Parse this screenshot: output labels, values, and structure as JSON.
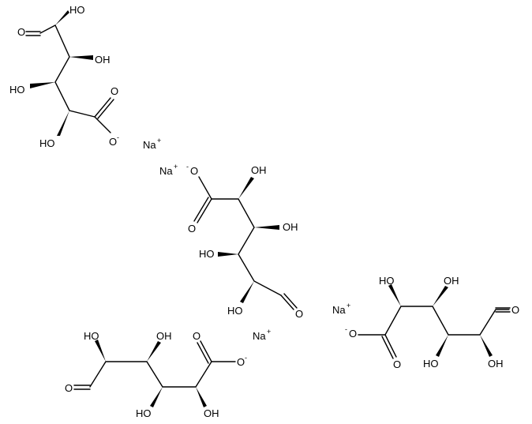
{
  "molecules": [
    {
      "name": "glucuronate-1",
      "labels": {
        "aldehyde_o": "O",
        "oh1": "HO",
        "oh2": "OH",
        "oh3": "HO",
        "oh4": "HO",
        "carboxyl_o": "O",
        "carboxylate_o": "O",
        "charge": "-"
      }
    },
    {
      "name": "glucuronate-2",
      "labels": {
        "carboxylate_o": "O",
        "charge": "-",
        "oh1": "OH",
        "oh2": "OH",
        "oh3": "HO",
        "oh4": "HO",
        "carboxyl_o": "O",
        "aldehyde_o": "O"
      }
    },
    {
      "name": "glucuronate-3",
      "labels": {
        "oh1": "HO",
        "oh2": "OH",
        "oh3": "HO",
        "oh4": "OH",
        "carboxylate_o": "O",
        "charge": "-",
        "carboxyl_o": "O",
        "aldehyde_o": "O"
      }
    },
    {
      "name": "glucuronate-4",
      "labels": {
        "oh1": "HO",
        "oh2": "OH",
        "oh3": "HO",
        "oh4": "OH",
        "aldehyde_o": "O",
        "carboxyl_o": "O",
        "carboxylate_o": "O",
        "charge": "-"
      }
    }
  ],
  "counterions": [
    {
      "symbol": "Na",
      "charge": "+"
    },
    {
      "symbol": "Na",
      "charge": "+"
    },
    {
      "symbol": "Na",
      "charge": "+"
    },
    {
      "symbol": "Na",
      "charge": "+"
    }
  ]
}
